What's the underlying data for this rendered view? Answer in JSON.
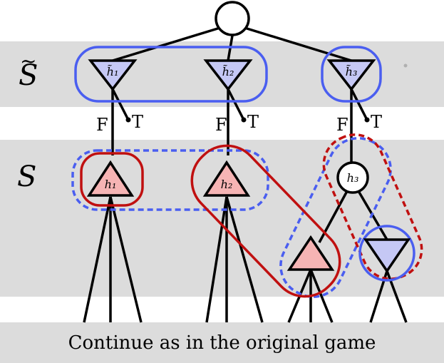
{
  "bands": {
    "top_label": "S",
    "top_label_tilde": "~",
    "bottom_label": "S"
  },
  "nodes": {
    "tilde_h1": "h̃₁",
    "tilde_h2": "h̃₂",
    "tilde_h3": "h̃₃",
    "h1": "h₁",
    "h2": "h₂",
    "h3": "h₃"
  },
  "branches": {
    "f": "F",
    "t": "T"
  },
  "footer": {
    "text": "Continue as in the original game"
  },
  "colors": {
    "band": "#dcdcdc",
    "blue_stroke": "#4a5ef0",
    "blue_fill": "#c5c8f5",
    "red_stroke": "#c01010",
    "red_fill": "#f6b4b4"
  }
}
